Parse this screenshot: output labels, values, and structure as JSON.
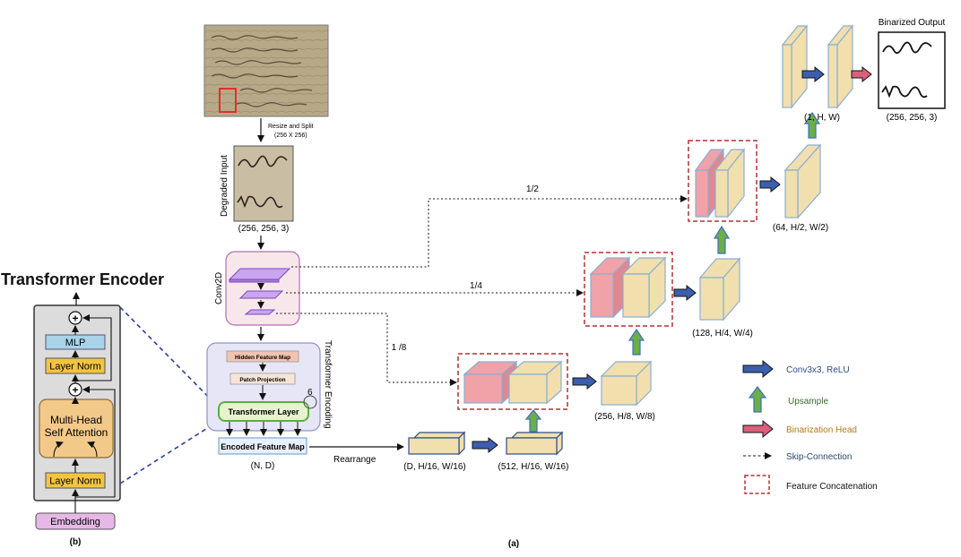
{
  "labels": {
    "transformer_encoder_title": "Transformer Encoder",
    "mlp": "MLP",
    "layer_norm_top": "Layer Norm",
    "mhsa_line1": "Multi-Head",
    "mhsa_line2": "Self Attention",
    "layer_norm_bottom": "Layer Norm",
    "embedding": "Embedding",
    "caption_b": "(b)",
    "caption_a": "(a)",
    "resize_line1": "Resize and Split",
    "resize_line2": "(256 X 256)",
    "degraded_input": "Degraded Input",
    "input_dims": "(256, 256, 3)",
    "conv2d": "Conv2D",
    "hidden_feature_map": "Hidden Feature Map",
    "patch_projection": "Patch Projection",
    "transformer_layer": "Transformer Layer",
    "repeat_count": "6",
    "transformer_encoding": "Transformer Encoding",
    "encoded_feature_map": "Encoded Feature Map",
    "nd": "(N, D)",
    "rearrange": "Rearrange",
    "d16": "(D, H/16, W/16)",
    "c512": "(512, H/16, W/16)",
    "c256": "(256, H/8, W/8)",
    "c128": "(128, H/4, W/4)",
    "c64": "(64, H/2, W/2)",
    "c1": "(1, H, W)",
    "out_dims": "(256, 256, 3)",
    "binarized_output": "Binarized Output",
    "skip_half": "1/2",
    "skip_quarter": "1/4",
    "skip_eighth": "1 /8"
  },
  "legend": {
    "conv": "Conv3x3, ReLU",
    "upsample": "Upsample",
    "binarization": "Binarization Head",
    "skip": "Skip-Connection",
    "concat": "Feature Concatenation"
  },
  "colors": {
    "conv_arrow": "#3b5fae",
    "upsample_arrow": "#6cae48",
    "binarization_arrow": "#d9607a",
    "concat_box": "#b03030",
    "cube_face": "#f1dfae",
    "cube_edge": "#8aaed2",
    "skip_cube": "#f0a2a8",
    "legend_conv_text": "#2c4a8a",
    "legend_upsample_text": "#3b6b2a",
    "legend_binarization_text": "#b07a1a"
  }
}
